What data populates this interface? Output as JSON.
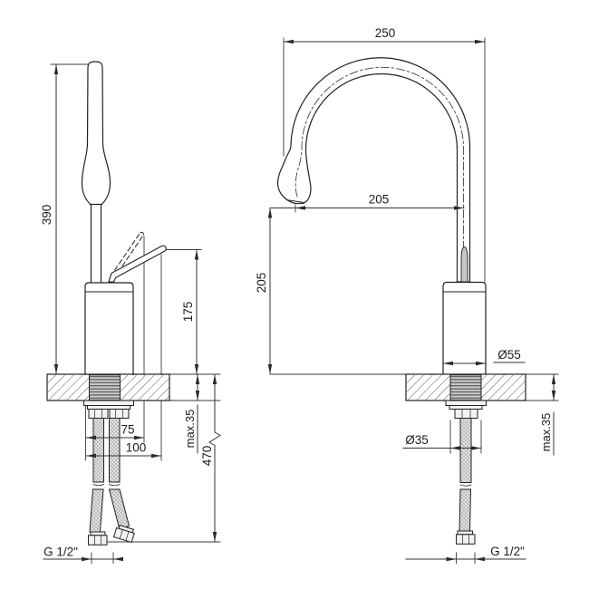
{
  "drawing": {
    "kind": "faucet installation dimension drawing",
    "front_view": {
      "dim_total_height": "390",
      "dim_lever_tip_height": "175",
      "dim_counter_thickness": "max.35",
      "dim_hose_drop_length": "470",
      "dim_lever_raised_reach": "75",
      "dim_lever_reach": "100",
      "dim_thread": "G 1/2\""
    },
    "side_view": {
      "dim_overall_depth": "250",
      "dim_spout_reach": "205",
      "dim_spout_height": "205",
      "dim_body_diameter": "Ø55",
      "dim_shank_diameter": "Ø35",
      "dim_counter_thickness": "max.35",
      "dim_thread": "G 1/2\""
    },
    "colors": {
      "line": "#333333",
      "outline": "#222222",
      "thread_fill": "#c9c9c9",
      "hose_fill": "#e9e9e9",
      "lever_fill": "#c8c8c8",
      "background": "#ffffff"
    }
  }
}
